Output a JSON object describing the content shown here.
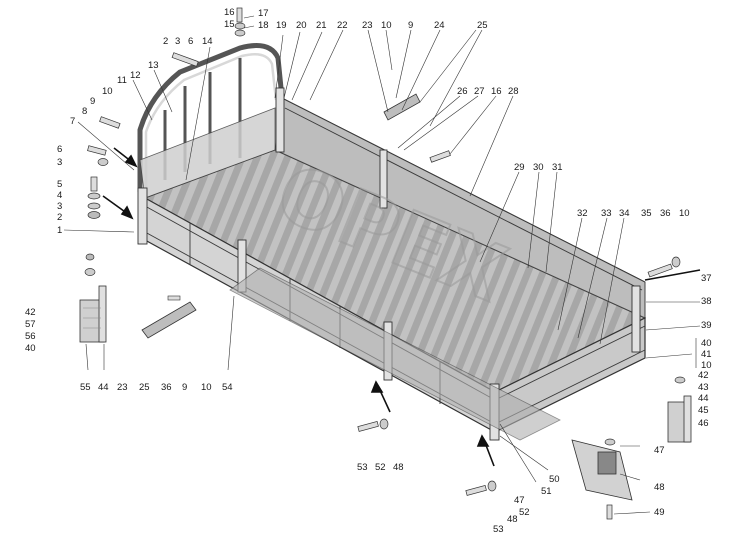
{
  "watermark": "OPEX",
  "colors": {
    "metal": "#d9d9d9",
    "metal_dark": "#9e9e9e",
    "floor": "#b8b8b8",
    "panel": "#cfcfcf",
    "text": "#1a1a1a"
  },
  "callouts": [
    {
      "id": "c16",
      "text": "16"
    },
    {
      "id": "c17",
      "text": "17"
    },
    {
      "id": "c15",
      "text": "15"
    },
    {
      "id": "c18",
      "text": "18"
    },
    {
      "id": "c2a",
      "text": "2"
    },
    {
      "id": "c3a",
      "text": "3"
    },
    {
      "id": "c6a",
      "text": "6"
    },
    {
      "id": "c14",
      "text": "14"
    },
    {
      "id": "c19",
      "text": "19"
    },
    {
      "id": "c20",
      "text": "20"
    },
    {
      "id": "c21",
      "text": "21"
    },
    {
      "id": "c22",
      "text": "22"
    },
    {
      "id": "c23a",
      "text": "23"
    },
    {
      "id": "c9a",
      "text": "9"
    },
    {
      "id": "c24",
      "text": "24"
    },
    {
      "id": "c25a",
      "text": "25"
    },
    {
      "id": "c10a",
      "text": "10"
    },
    {
      "id": "c13",
      "text": "13"
    },
    {
      "id": "c12",
      "text": "12"
    },
    {
      "id": "c11",
      "text": "11"
    },
    {
      "id": "c10b",
      "text": "10"
    },
    {
      "id": "c9b",
      "text": "9"
    },
    {
      "id": "c8",
      "text": "8"
    },
    {
      "id": "c7",
      "text": "7"
    },
    {
      "id": "c26",
      "text": "26"
    },
    {
      "id": "c27",
      "text": "27"
    },
    {
      "id": "c16b",
      "text": "16"
    },
    {
      "id": "c28",
      "text": "28"
    },
    {
      "id": "c6b",
      "text": "6"
    },
    {
      "id": "c3b",
      "text": "3"
    },
    {
      "id": "c5",
      "text": "5"
    },
    {
      "id": "c4",
      "text": "4"
    },
    {
      "id": "c3c",
      "text": "3"
    },
    {
      "id": "c2b",
      "text": "2"
    },
    {
      "id": "c1",
      "text": "1"
    },
    {
      "id": "c29",
      "text": "29"
    },
    {
      "id": "c30",
      "text": "30"
    },
    {
      "id": "c31",
      "text": "31"
    },
    {
      "id": "c32",
      "text": "32"
    },
    {
      "id": "c33",
      "text": "33"
    },
    {
      "id": "c34",
      "text": "34"
    },
    {
      "id": "c35",
      "text": "35"
    },
    {
      "id": "c36a",
      "text": "36"
    },
    {
      "id": "c10c",
      "text": "10"
    },
    {
      "id": "c37",
      "text": "37"
    },
    {
      "id": "c38",
      "text": "38"
    },
    {
      "id": "c39",
      "text": "39"
    },
    {
      "id": "c40a",
      "text": "40"
    },
    {
      "id": "c41",
      "text": "41"
    },
    {
      "id": "c10d",
      "text": "10"
    },
    {
      "id": "c42a",
      "text": "42"
    },
    {
      "id": "c57",
      "text": "57"
    },
    {
      "id": "c56",
      "text": "56"
    },
    {
      "id": "c40b",
      "text": "40"
    },
    {
      "id": "c55",
      "text": "55"
    },
    {
      "id": "c44a",
      "text": "44"
    },
    {
      "id": "c23b",
      "text": "23"
    },
    {
      "id": "c25b",
      "text": "25"
    },
    {
      "id": "c36b",
      "text": "36"
    },
    {
      "id": "c9c",
      "text": "9"
    },
    {
      "id": "c10e",
      "text": "10"
    },
    {
      "id": "c54",
      "text": "54"
    },
    {
      "id": "c42b",
      "text": "42"
    },
    {
      "id": "c43",
      "text": "43"
    },
    {
      "id": "c44b",
      "text": "44"
    },
    {
      "id": "c45",
      "text": "45"
    },
    {
      "id": "c46",
      "text": "46"
    },
    {
      "id": "c47a",
      "text": "47"
    },
    {
      "id": "c48a",
      "text": "48"
    },
    {
      "id": "c49",
      "text": "49"
    },
    {
      "id": "c50",
      "text": "50"
    },
    {
      "id": "c51",
      "text": "51"
    },
    {
      "id": "c53a",
      "text": "53"
    },
    {
      "id": "c52a",
      "text": "52"
    },
    {
      "id": "c48b",
      "text": "48"
    },
    {
      "id": "c47b",
      "text": "47"
    },
    {
      "id": "c52b",
      "text": "52"
    },
    {
      "id": "c48c",
      "text": "48"
    },
    {
      "id": "c53b",
      "text": "53"
    }
  ]
}
